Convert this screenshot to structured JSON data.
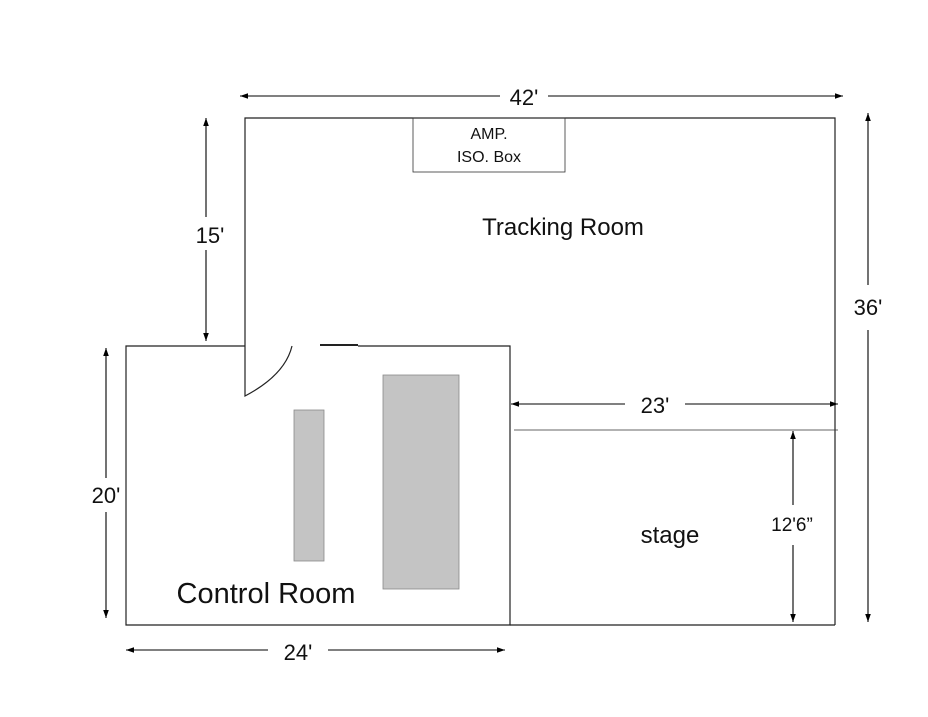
{
  "rooms": {
    "tracking": "Tracking Room",
    "control": "Control Room",
    "stage": "stage",
    "iso_box_line1": "AMP.",
    "iso_box_line2": "ISO. Box"
  },
  "dimensions": {
    "tracking_width": "42'",
    "tracking_depth_top": "15'",
    "total_height": "36'",
    "control_height": "20'",
    "control_width": "24'",
    "stage_width": "23'",
    "stage_depth": "12'6”"
  },
  "colors": {
    "line": "#222222",
    "furniture": "#c4c4c4"
  }
}
